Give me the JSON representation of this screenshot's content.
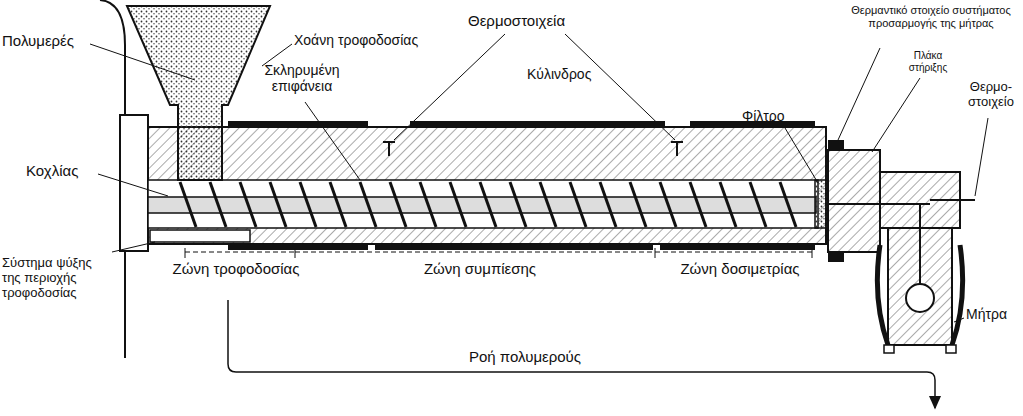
{
  "diagram": {
    "labels": [
      "Πολυμερές",
      "Χοάνη τροφοδοσίας",
      "Θερμοστοιχεία",
      "Σκληρυμένη επιφάνεια",
      "Κύλινδρος",
      "Φίλτρο",
      "Θερμαντικό στοιχείο συστήματος προσαρμογής της μήτρας",
      "Πλάκα στήριξης",
      "Θερμο- στοιχείο",
      "Κοχλίας",
      "Σύστημα ψύξης της περιοχής τροφοδοσίας",
      "Ζώνη τροφοδοσίας",
      "Ζώνη συμπίεσης",
      "Ζώνη δοσιμετρίας",
      "Μήτρα",
      "Ροή πολυμερούς"
    ]
  }
}
